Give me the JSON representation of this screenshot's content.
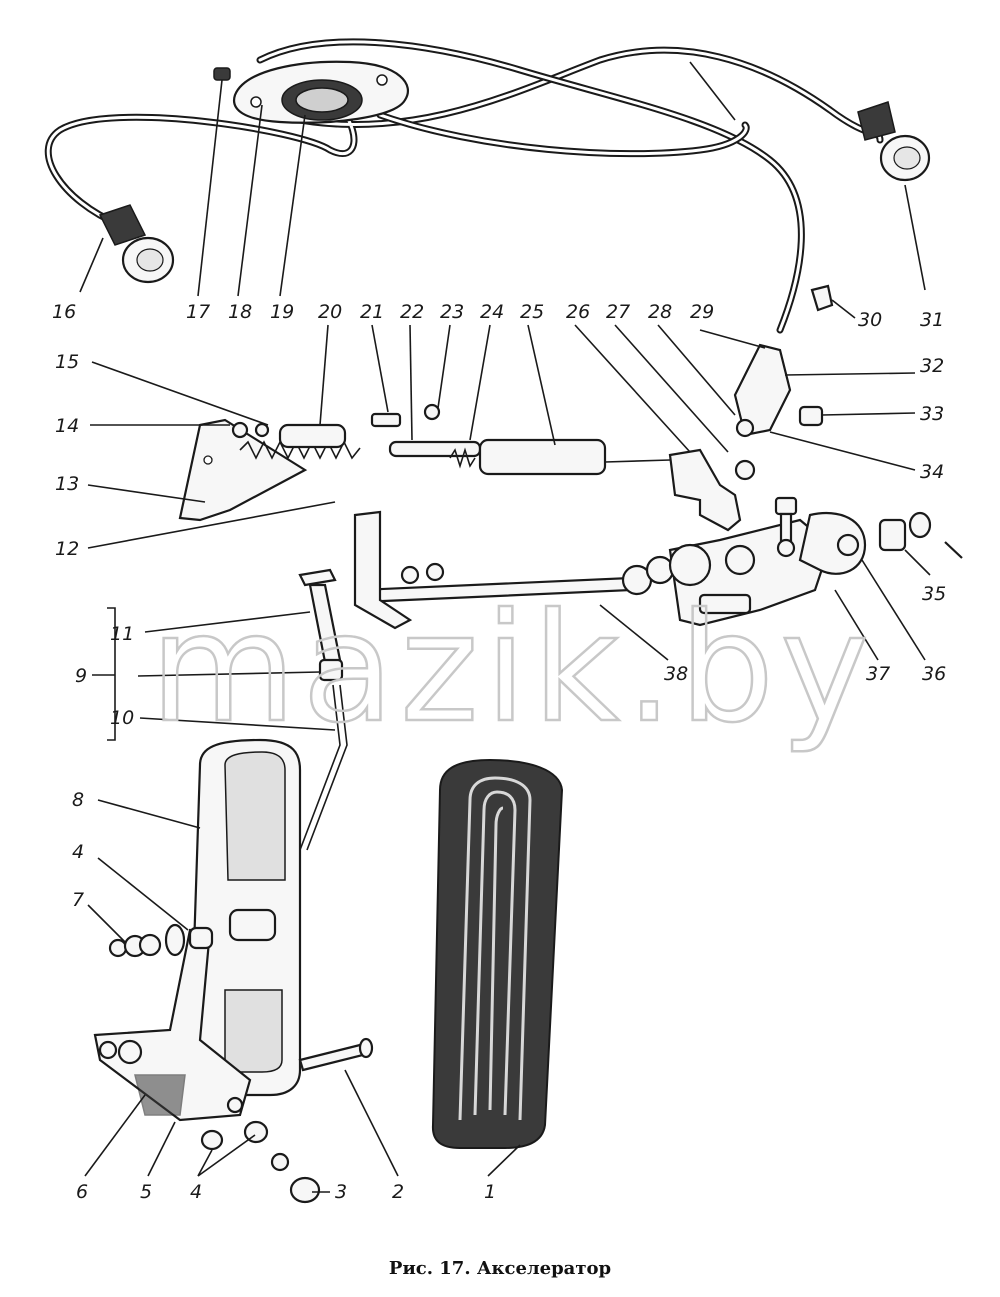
{
  "figure": {
    "caption": "Рис. 17. Акселератор",
    "watermark": "mazik.by"
  },
  "callouts": [
    "1",
    "2",
    "3",
    "4",
    "4",
    "5",
    "6",
    "7",
    "8",
    "9",
    "10",
    "11",
    "12",
    "13",
    "14",
    "15",
    "16",
    "17",
    "18",
    "19",
    "20",
    "21",
    "22",
    "23",
    "24",
    "25",
    "26",
    "27",
    "28",
    "29",
    "30",
    "31",
    "32",
    "33",
    "34",
    "35",
    "36",
    "37",
    "38"
  ]
}
